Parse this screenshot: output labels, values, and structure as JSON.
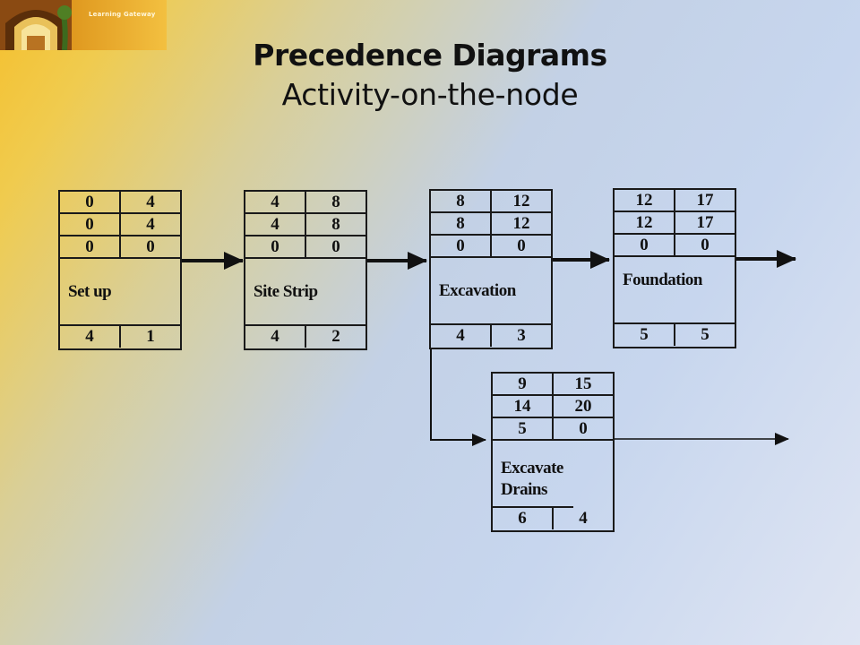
{
  "logo": {
    "text": "Learning Gateway"
  },
  "slide": {
    "title": "Precedence Diagrams",
    "subtitle": "Activity-on-the-node"
  },
  "nodes": [
    {
      "name": "Set up",
      "rows": [
        [
          "0",
          "4"
        ],
        [
          "0",
          "4"
        ],
        [
          "0",
          "0"
        ]
      ],
      "bottom": [
        "4",
        "1"
      ]
    },
    {
      "name": "Site Strip",
      "rows": [
        [
          "4",
          "8"
        ],
        [
          "4",
          "8"
        ],
        [
          "0",
          "0"
        ]
      ],
      "bottom": [
        "4",
        "2"
      ]
    },
    {
      "name": "Excavation",
      "rows": [
        [
          "8",
          "12"
        ],
        [
          "8",
          "12"
        ],
        [
          "0",
          "0"
        ]
      ],
      "bottom": [
        "4",
        "3"
      ]
    },
    {
      "name": "Foundation",
      "rows": [
        [
          "12",
          "17"
        ],
        [
          "12",
          "17"
        ],
        [
          "0",
          "0"
        ]
      ],
      "bottom": [
        "5",
        "5"
      ]
    },
    {
      "name": "Excavate Drains",
      "rows": [
        [
          "9",
          "15"
        ],
        [
          "14",
          "20"
        ],
        [
          "5",
          "0"
        ]
      ],
      "bottom": [
        "6",
        "4"
      ]
    }
  ]
}
